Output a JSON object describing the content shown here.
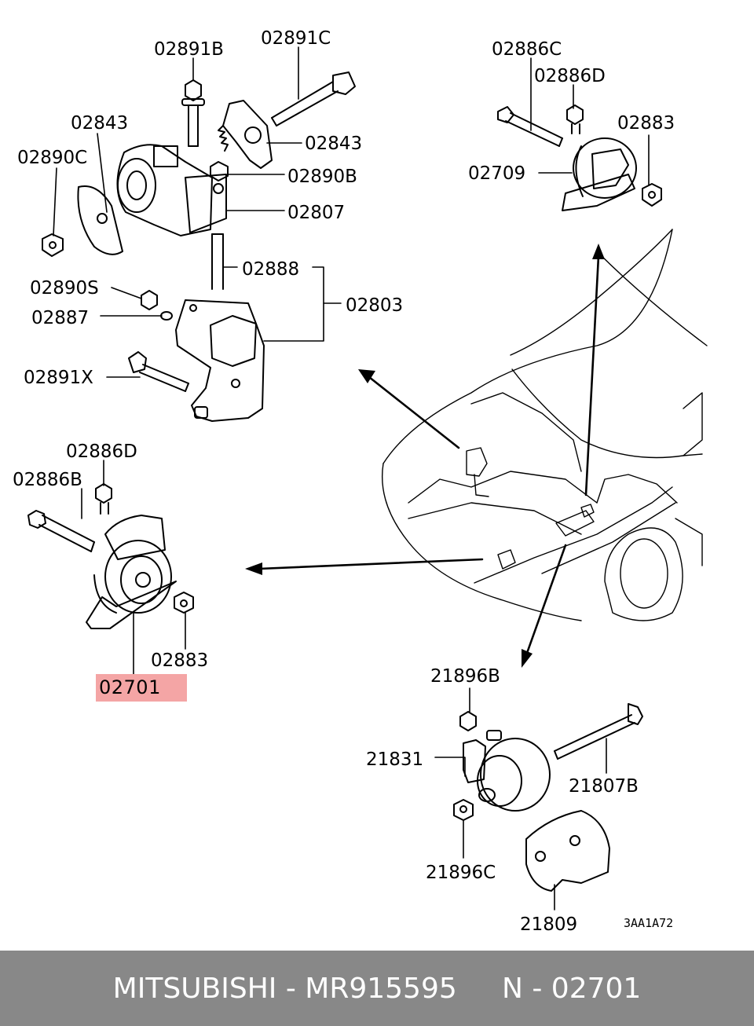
{
  "labels": {
    "l02891B": "02891B",
    "l02891C": "02891C",
    "l02843a": "02843",
    "l02843b": "02843",
    "l02890C": "02890C",
    "l02890B": "02890B",
    "l02807": "02807",
    "l02888": "02888",
    "l02803": "02803",
    "l02890S": "02890S",
    "l02887": "02887",
    "l02891X": "02891X",
    "l02886C": "02886C",
    "l02886Da": "02886D",
    "l02883a": "02883",
    "l02709": "02709",
    "l02886Db": "02886D",
    "l02886B": "02886B",
    "l02883b": "02883",
    "l21896B": "21896B",
    "l21831": "21831",
    "l21807B": "21807B",
    "l21896C": "21896C",
    "l21809": "21809",
    "diagram_code": "3AA1A72"
  },
  "highlight": {
    "label": "02701",
    "color": "#f4a5a5"
  },
  "footer": {
    "text": "MITSUBISHI - MR915595     N - 02701",
    "background": "#888888"
  }
}
